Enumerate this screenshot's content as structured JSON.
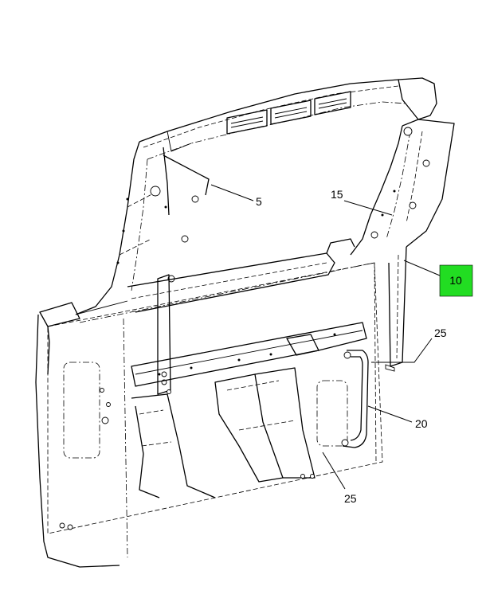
{
  "callouts": {
    "c5": "5",
    "c10": "10",
    "c15": "15",
    "c20": "20",
    "c25a": "25",
    "c25b": "25"
  },
  "highlight_color": "#22DD22"
}
